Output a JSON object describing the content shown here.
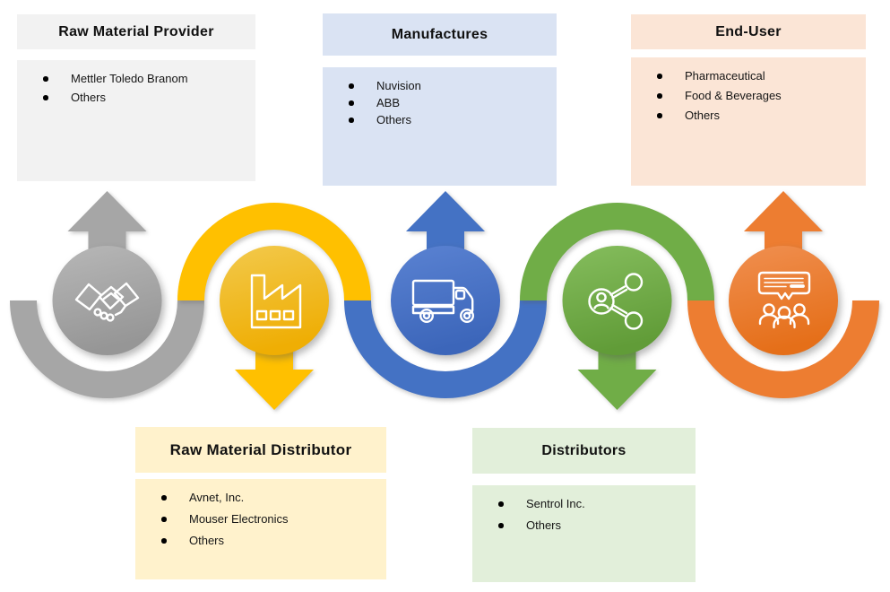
{
  "diagram": {
    "description": "Supply chain ecosystem wave diagram",
    "text_color": "#111111",
    "stages": [
      {
        "id": "raw-material-provider",
        "label": "Raw Material Provider",
        "items": [
          "Mettler Toledo Branom",
          "Others"
        ],
        "color": "#a6a6a6",
        "color_light": "#b7b7b7",
        "color_dark": "#969696",
        "box_bg": "#f2f2f2",
        "icon": "handshake-icon",
        "box_position": "top",
        "arrow_direction": "up"
      },
      {
        "id": "raw-material-distributor",
        "label": "Raw Material Distributor",
        "items": [
          "Avnet, Inc.",
          "Mouser Electronics",
          "Others"
        ],
        "color": "#ffc000",
        "color_light": "#f2c94c",
        "color_dark": "#efae04",
        "box_bg": "#fff2cc",
        "icon": "factory-icon",
        "box_position": "bottom",
        "arrow_direction": "down"
      },
      {
        "id": "manufactures",
        "label": "Manufactures",
        "items": [
          "Nuvision",
          "ABB",
          "Others"
        ],
        "color": "#4472c4",
        "color_light": "#5a82d2",
        "color_dark": "#3c66ba",
        "box_bg": "#dae3f3",
        "icon": "truck-icon",
        "box_position": "top",
        "arrow_direction": "up"
      },
      {
        "id": "distributors",
        "label": "Distributors",
        "items": [
          "Sentrol Inc.",
          "Others"
        ],
        "color": "#70ad47",
        "color_light": "#85bd5d",
        "color_dark": "#619c38",
        "box_bg": "#e2efda",
        "icon": "share-network-icon",
        "box_position": "bottom",
        "arrow_direction": "down"
      },
      {
        "id": "end-user",
        "label": "End-User",
        "items": [
          "Pharmaceutical",
          "Food & Beverages",
          "Others"
        ],
        "color": "#ed7d31",
        "color_light": "#f08f50",
        "color_dark": "#e56f19",
        "box_bg": "#fbe5d6",
        "icon": "presentation-audience-icon",
        "box_position": "top",
        "arrow_direction": "up"
      }
    ]
  }
}
